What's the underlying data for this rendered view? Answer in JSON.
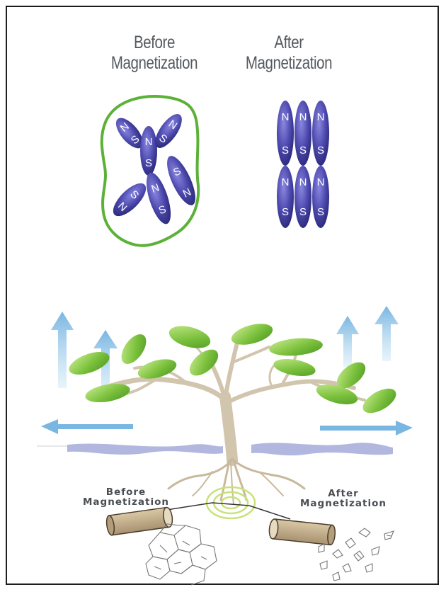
{
  "top_section": {
    "before_heading": {
      "line1": "Before",
      "line2": "Magnetization"
    },
    "after_heading": {
      "line1": "After",
      "line2": "Magnetization"
    },
    "pole_labels": {
      "north": "N",
      "south": "S"
    }
  },
  "bottom_section": {
    "before_label": {
      "line1": "Before",
      "line2": "Magnetization"
    },
    "after_label": {
      "line1": "After",
      "line2": "Magnetization"
    }
  },
  "colors": {
    "magnet": "#4e4bb0",
    "boundary": "#5cb138",
    "leaf": "#7cc13d",
    "arrow": "#8fc3e6",
    "trunk": "#d2c5ad",
    "water": "#a3aad8",
    "pipe": "#c9b592"
  },
  "icons": [
    "up-arrow-icon",
    "side-arrow-icon",
    "magnet-icon",
    "pipe-icon",
    "crystal-icon",
    "leaf-icon"
  ]
}
